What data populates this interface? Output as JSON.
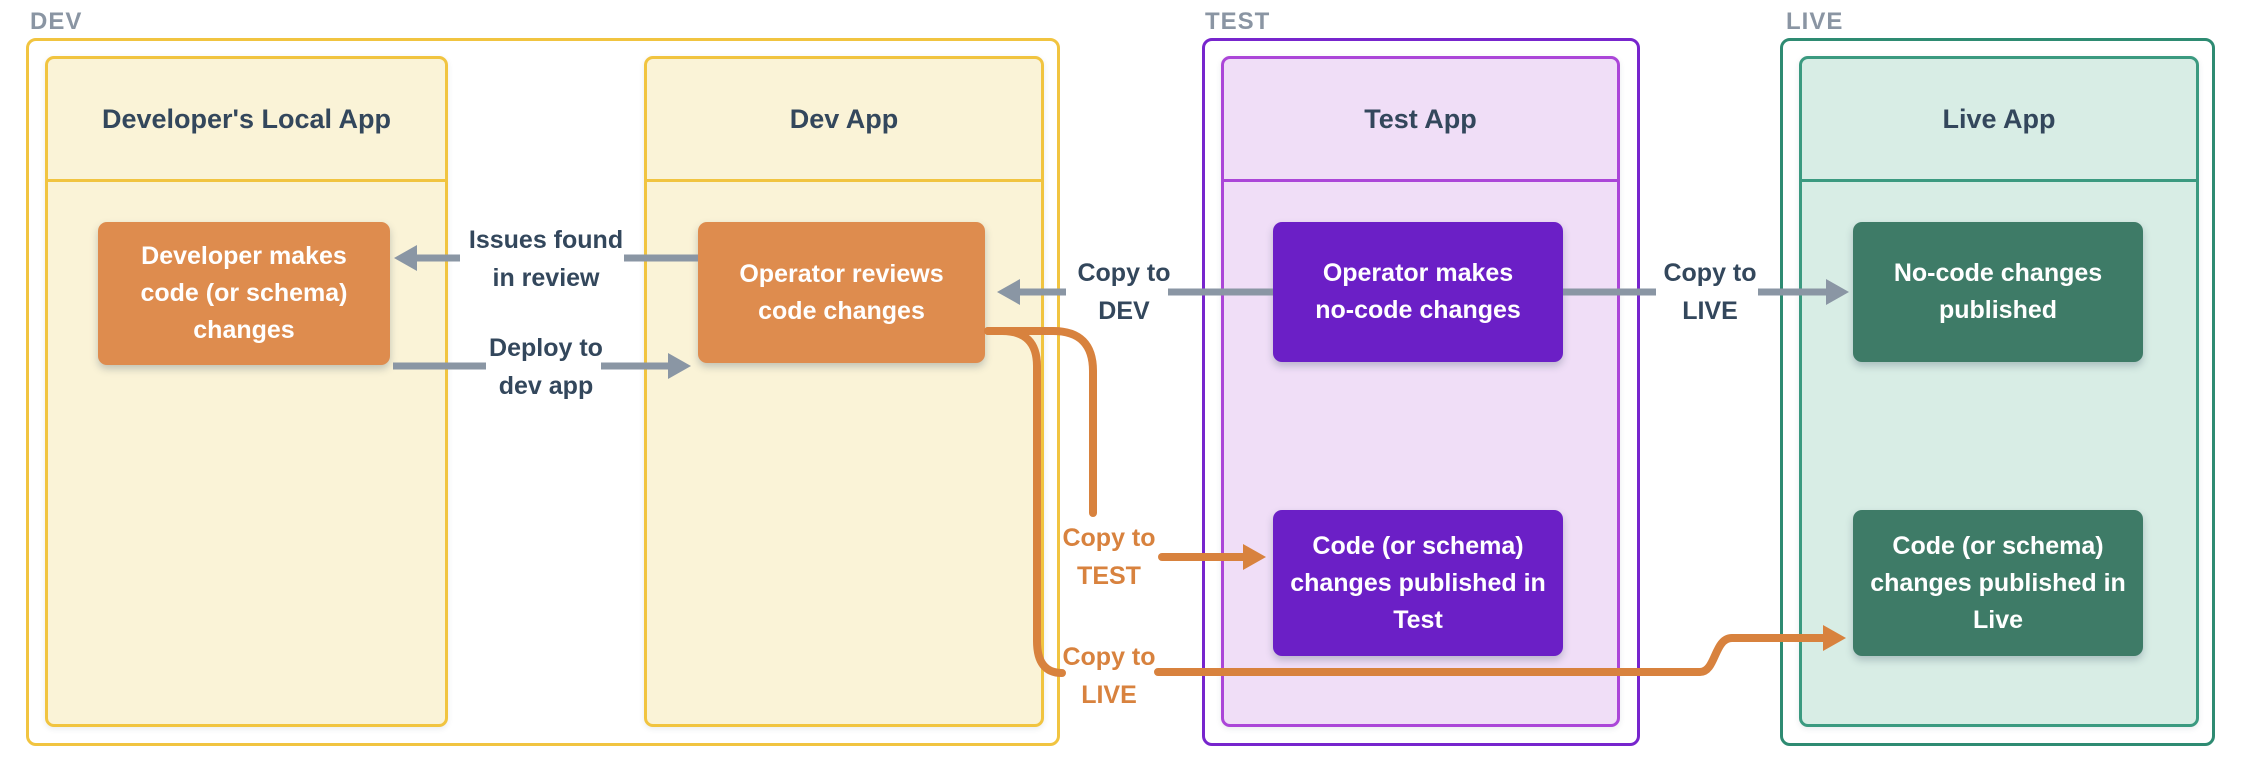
{
  "sections": [
    {
      "label": "DEV",
      "apps": [
        {
          "title": "Developer's Local App",
          "nodes": [
            {
              "text": "Developer makes\ncode (or schema)\nchanges"
            }
          ]
        },
        {
          "title": "Dev App",
          "nodes": [
            {
              "text": "Operator reviews\ncode changes"
            }
          ]
        }
      ]
    },
    {
      "label": "TEST",
      "apps": [
        {
          "title": "Test App",
          "nodes": [
            {
              "text": "Operator makes\nno-code changes"
            },
            {
              "text": "Code (or schema)\nchanges published in\nTest"
            }
          ]
        }
      ]
    },
    {
      "label": "LIVE",
      "apps": [
        {
          "title": "Live App",
          "nodes": [
            {
              "text": "No-code changes\npublished"
            },
            {
              "text": "Code (or schema)\nchanges published in\nLive"
            }
          ]
        }
      ]
    }
  ],
  "connectors": {
    "issues_found": "Issues found\nin review",
    "deploy_to_dev": "Deploy to\ndev app",
    "copy_to_dev": "Copy to\nDEV",
    "copy_to_test": "Copy to\nTEST",
    "copy_to_live_code": "Copy to\nLIVE",
    "copy_to_live_nocode": "Copy to\nLIVE"
  },
  "colors": {
    "section_label": "#8A95A3",
    "dark_text": "#33475C",
    "dev_border": "#F1C440",
    "dev_fill": "#FAF3D7",
    "test_outer_border": "#7725CD",
    "test_inner_border": "#AB46D8",
    "test_fill": "#F0DEF7",
    "live_outer_border": "#2E8B72",
    "live_inner_border": "#3B9A80",
    "live_fill": "#D8EDE5",
    "node_orange": "#DE8C4E",
    "node_purple": "#6B1FC6",
    "node_green": "#3E7B67",
    "arrow_gray": "#8A96A4",
    "arrow_orange": "#D8823E",
    "node_text": "#FFFFFF"
  }
}
